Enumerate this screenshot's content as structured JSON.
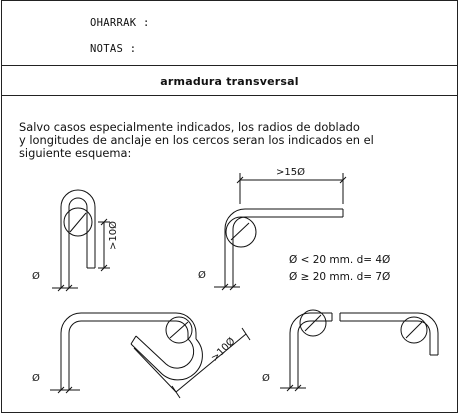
{
  "header": {
    "oharrak_label": "OHARRAK :",
    "notas_label": "NOTAS :"
  },
  "section": {
    "title": "armadura transversal"
  },
  "description": {
    "line1": "Salvo casos especialmente indicados, los radios de doblado",
    "line2": "y longitudes de anclaje en los cercos seran los indicados en el",
    "line3": "siguiente esquema:"
  },
  "diagram": {
    "label_15d": ">15Ø",
    "label_10d_vertical": ">10Ø",
    "label_10d_diagonal": ">10Ø",
    "diameter_symbol": "Ø",
    "rule_small": "Ø < 20 mm.  d= 4Ø",
    "rule_large": "Ø ≥ 20 mm.  d= 7Ø"
  }
}
